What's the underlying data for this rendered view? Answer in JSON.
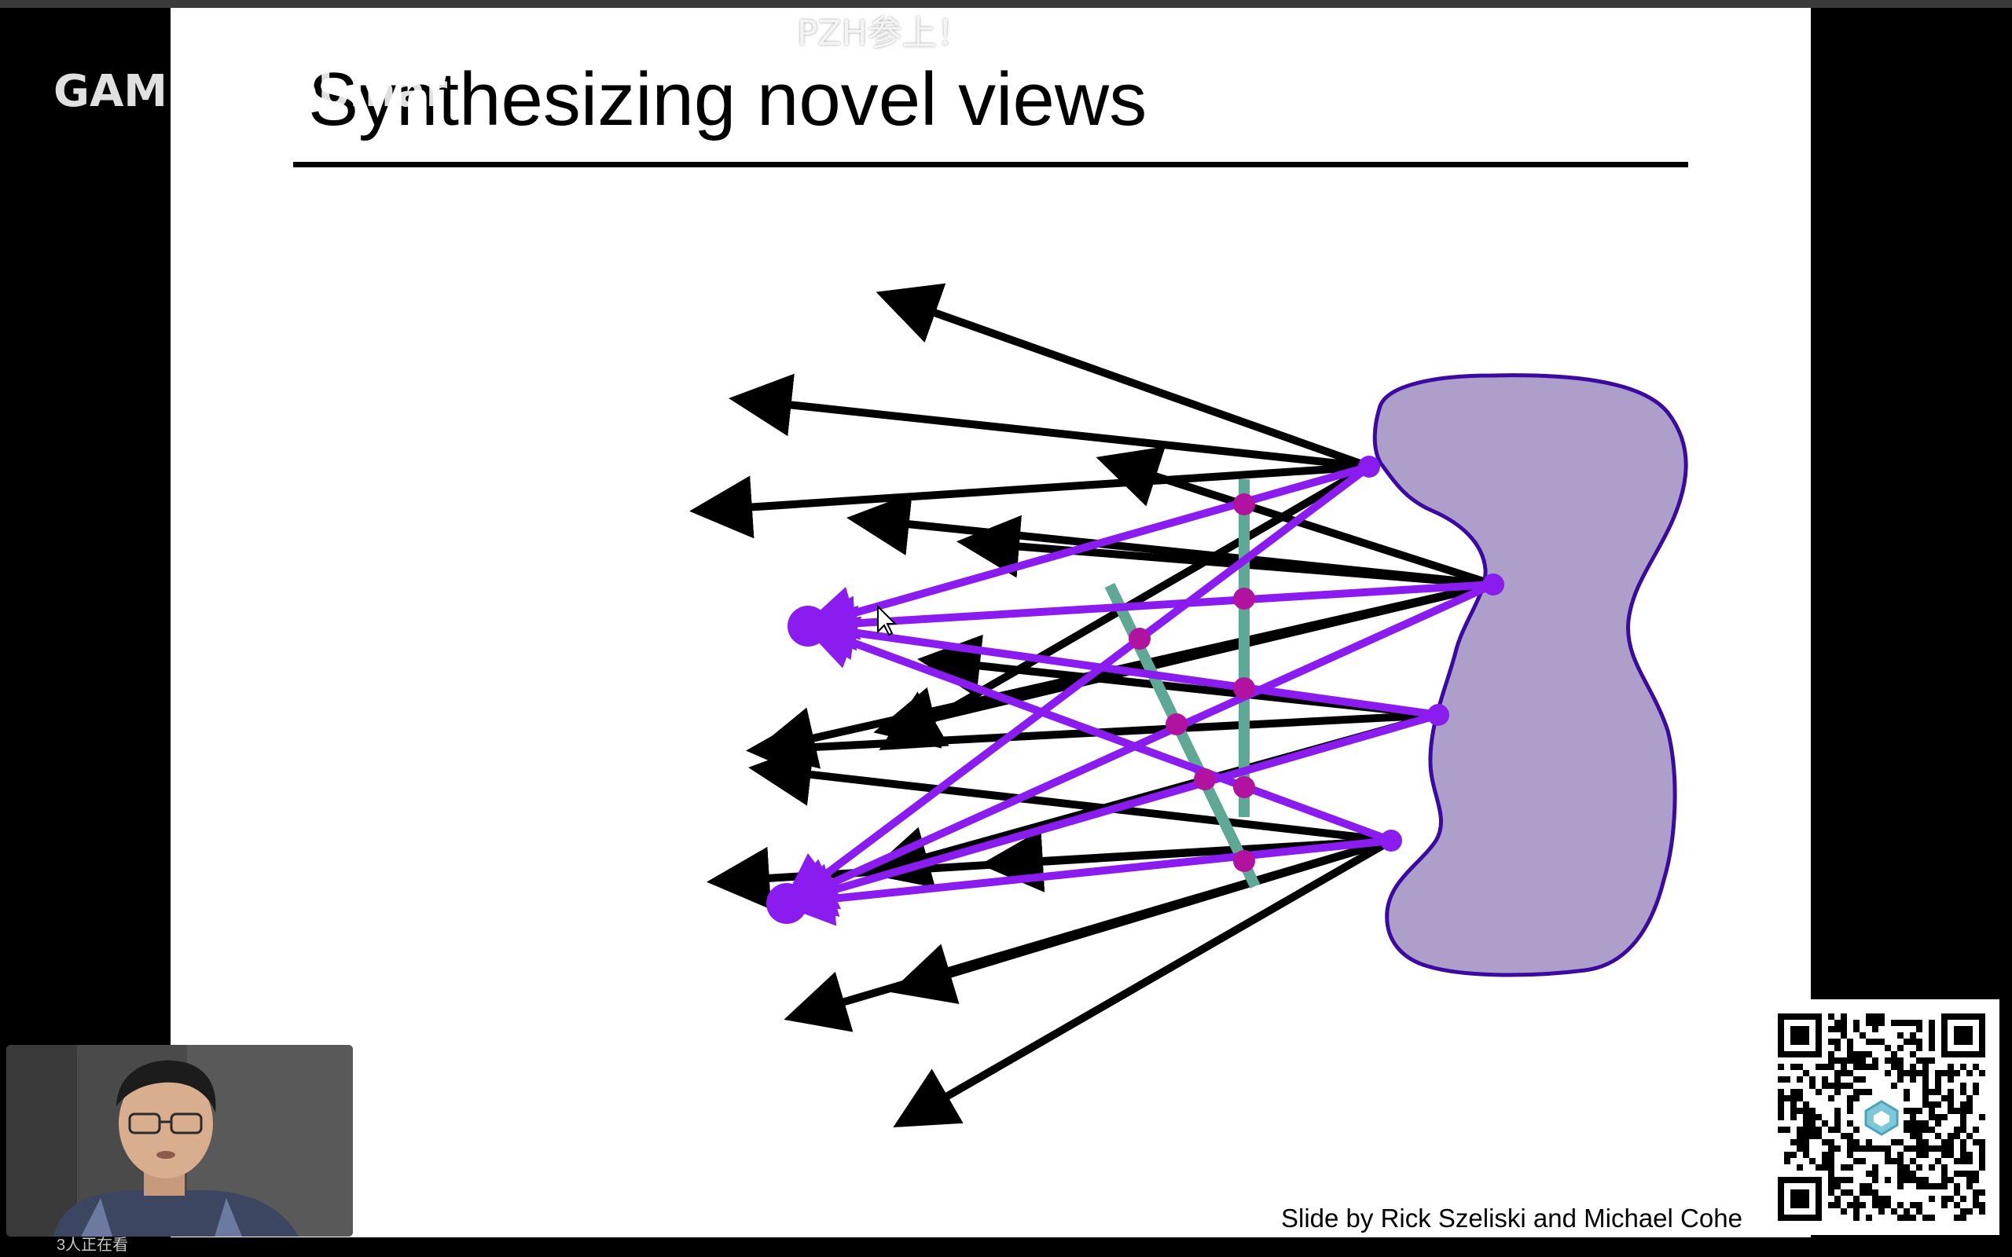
{
  "overlay": {
    "watermark": "GAMES-webinar",
    "danmaku": "PZH参上！",
    "viewer_count": "3人正在看"
  },
  "slide": {
    "title": "Synthesizing novel views",
    "credit": "Slide by Rick Szeliski and Michael Cohe"
  },
  "colors": {
    "object_fill": "#ad9fc9",
    "object_stroke": "#3b0aa0",
    "purple_ray": "#8a1cf0",
    "green_plane": "#5fa895",
    "magenta_point": "#b1129f"
  },
  "icons": {
    "webcam": "presenter-video-icon",
    "qr": "qr-code-icon",
    "qr_logo": "games-logo-icon"
  }
}
